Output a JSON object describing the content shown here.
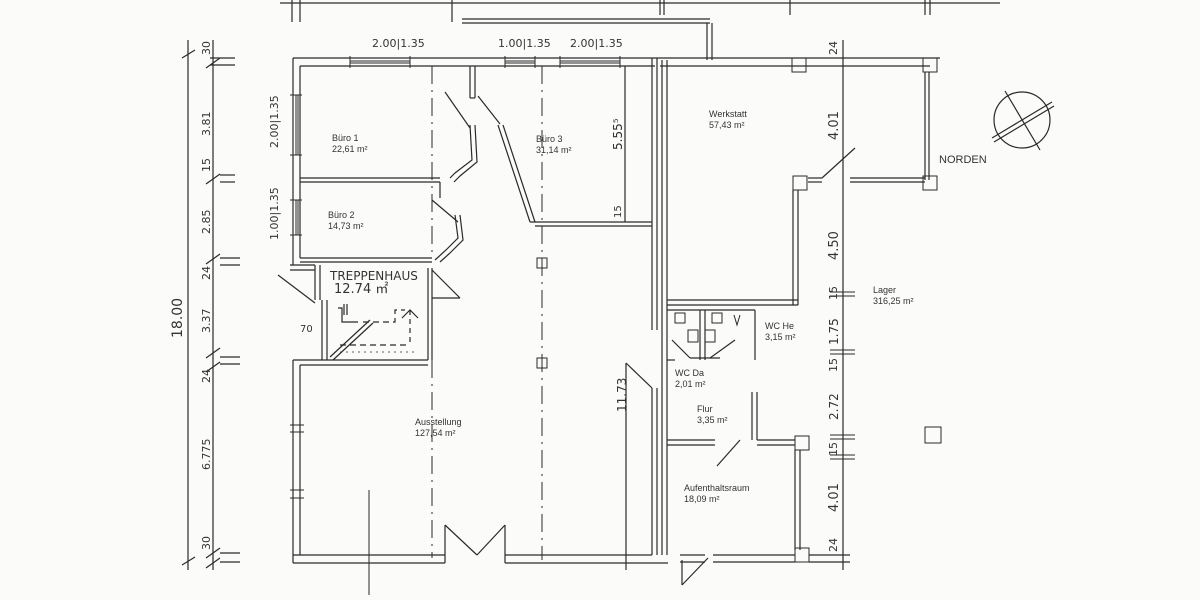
{
  "drawing": {
    "type": "floor-plan",
    "north_label": "NORDEN",
    "rooms": [
      {
        "name": "Büro 1",
        "area": "22,61 m²"
      },
      {
        "name": "Büro 2",
        "area": "14,73 m²"
      },
      {
        "name": "Büro 3",
        "area": "31,14 m²"
      },
      {
        "name": "Werkstatt",
        "area": "57,43 m²"
      },
      {
        "name": "Lager",
        "area": "316,25 m²"
      },
      {
        "name": "WC He",
        "area": "3,15 m²"
      },
      {
        "name": "WC Da",
        "area": "2,01 m²"
      },
      {
        "name": "Flur",
        "area": "3,35 m²"
      },
      {
        "name": "Aufenthaltsraum",
        "area": "18,09 m²"
      },
      {
        "name": "Ausstellung",
        "area": "127,54 m²"
      },
      {
        "name": "TREPPENHAUS",
        "area": "12.74 ㎡"
      }
    ],
    "dimensions": {
      "overall_left": "18.00",
      "left_chain": [
        "30",
        "3.81",
        "15",
        "2.85",
        "24",
        "3.37",
        "24",
        "6.775",
        "30"
      ],
      "window_top": [
        "2.00|1.35",
        "1.00|1.35",
        "2.00|1.35"
      ],
      "window_left": [
        "2.00|1.35",
        "1.00|1.35"
      ],
      "stair_offset": "70",
      "bueroe3_height": "5.55⁵",
      "bueroe3_wall": "15",
      "ausstellung_height": "11.73",
      "right_chain": [
        "24",
        "4.01",
        "4.50",
        "15",
        "1.75",
        "15",
        "2.72",
        "15",
        "4.01",
        "24"
      ]
    }
  }
}
